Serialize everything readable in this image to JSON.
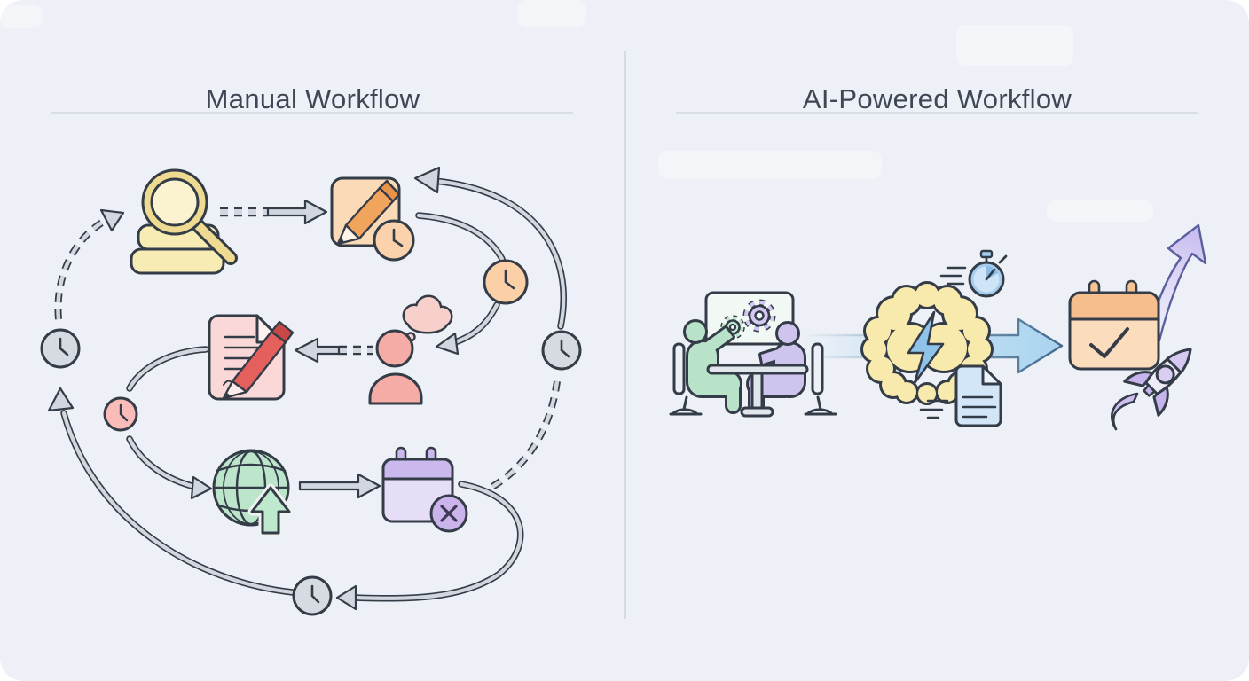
{
  "illustration": {
    "kind": "workflow-comparison",
    "background": "#edf1f7"
  },
  "panels": [
    {
      "id": "manual",
      "title": "Manual Workflow",
      "icons": [
        "research-magnifier-books-icon",
        "notepad-pencil-icon",
        "clock-badge-icon",
        "orange-clock-icon",
        "thinking-person-icon",
        "thought-bubble-icon",
        "signed-document-pen-icon",
        "pink-clock-icon",
        "globe-upload-icon",
        "calendar-x-icon",
        "gray-clock-left-icon",
        "gray-clock-right-icon",
        "bottom-clock-icon"
      ],
      "arrows": [
        "dashed-arrow-right",
        "dashed-arrow-left",
        "loop-arcs",
        "dashed-loop-arcs"
      ]
    },
    {
      "id": "ai",
      "title": "AI-Powered Workflow",
      "icons": [
        "team-meeting-gears-icon",
        "ai-brain-lightning-icon",
        "stopwatch-icon",
        "ai-document-icon",
        "calendar-check-icon",
        "rocket-icon",
        "growth-arrow-icon"
      ],
      "arrows": [
        "flow-arrow-right"
      ]
    }
  ],
  "colors": {
    "background": "#edf1f7",
    "title_text": "#3f4754",
    "divider": "#d6dbe2",
    "outline_dark": "#343c48",
    "arrow_gray": "#d2d7df",
    "yellow": "#f6ecb4",
    "peach": "#fbdab8",
    "orange": "#f0a45c",
    "pink": "#fbd8d8",
    "salmon": "#f5aca6",
    "pen_red": "#e4605c",
    "globe_green": "#bce5cb",
    "calendar_purple": "#e6def6",
    "person_green": "#b9e3c9",
    "person_purple": "#cfc4ee",
    "flow_blue": "#a9d4ef",
    "brain_yellow": "#f8e9ac",
    "lightning_blue": "#8fc3e9",
    "result_orange": "#fbdcbc",
    "growth_purple": "#c7b9ef"
  }
}
